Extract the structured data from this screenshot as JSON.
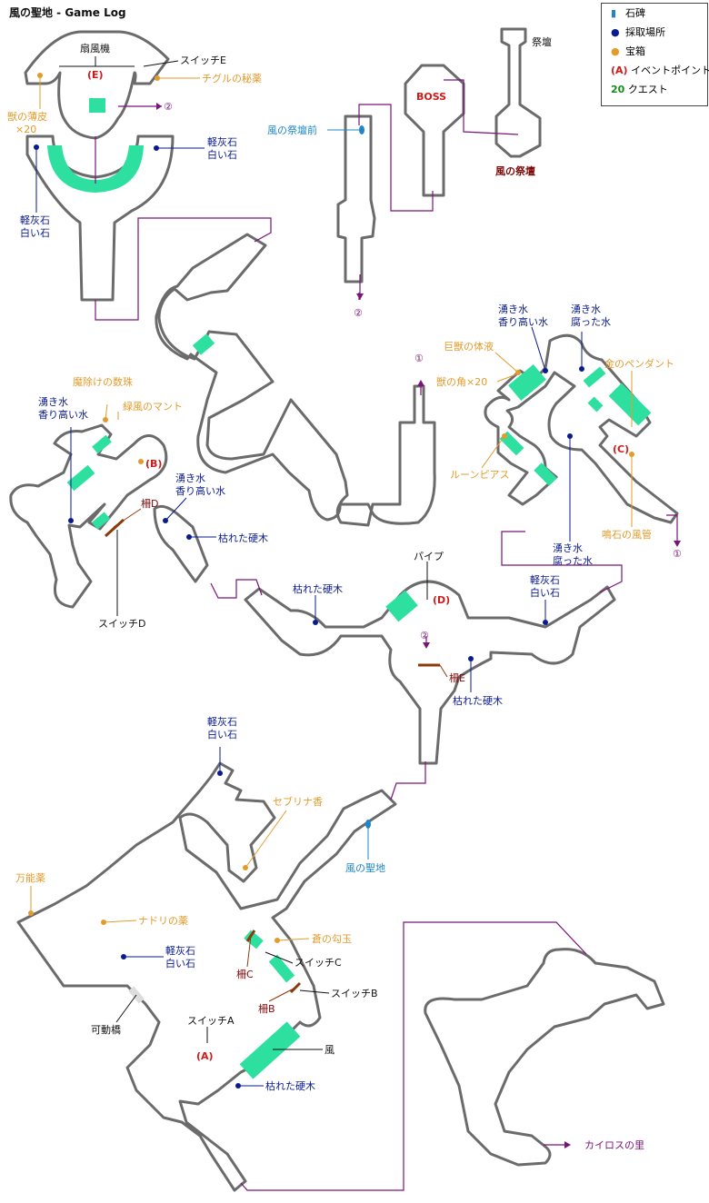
{
  "title": "風の聖地 - Game Log",
  "legend": {
    "monument": "石碑",
    "gather": "採取場所",
    "chest": "宝箱",
    "event_mark": "(A)",
    "event": "イベントポイント",
    "quest_mark": "20",
    "quest": "クエスト"
  },
  "colors": {
    "wall": "#6b6b6b",
    "bridge": "#2ee0a0",
    "route": "#7a147a",
    "gather": "#0a1b8f",
    "chest": "#e39b2c",
    "event": "#d11a1a",
    "monument": "#1f87c8"
  },
  "labels": {
    "fan_mechanism": "扇風機",
    "switch_e": "スイッチE",
    "chigle_medicine": "チグルの秘薬",
    "beast_hide": "獣の薄皮\n×20",
    "pumice_white_1": "軽灰石\n白い石",
    "pumice_white_2": "軽灰石\n白い石",
    "wind_altar_front": "風の祭壇前",
    "altar": "祭壇",
    "boss": "BOSS",
    "wind_altar": "風の祭壇",
    "spring_water_fragrant_1": "湧き水\n香り高い水",
    "spring_water_rotten_1": "湧き水\n腐った水",
    "giant_beast_fluid": "巨獣の体液",
    "beast_horn": "獣の角×20",
    "gold_pendant": "金のペンダント",
    "rune_pierce": "ルーンピアス",
    "howling_stone_pipe": "鳴石の風管",
    "spring_water_rotten_2": "湧き水\n腐った水",
    "demon_beads": "魔除けの数珠",
    "green_wind_mantle": "緑風のマント",
    "spring_water_fragrant_2": "湧き水\n香り高い水",
    "spring_water_fragrant_3": "湧き水\n香り高い水",
    "fence_d": "柵D",
    "withered_wood_1": "枯れた硬木",
    "switch_d": "スイッチD",
    "pipe": "パイプ",
    "withered_wood_2": "枯れた硬木",
    "pumice_white_3": "軽灰石\n白い石",
    "fence_e": "柵E",
    "withered_wood_3": "枯れた硬木",
    "pumice_white_4": "軽灰石\n白い石",
    "sebrina_incense": "セブリナ香",
    "wind_sanctuary": "風の聖地",
    "panacea": "万能薬",
    "nadori_medicine": "ナドリの薬",
    "pumice_white_5": "軽灰石\n白い石",
    "blue_magatama": "蒼の勾玉",
    "switch_c": "スイッチC",
    "fence_c": "柵C",
    "switch_b": "スイッチB",
    "fence_b": "柵B",
    "movable_bridge": "可動橋",
    "switch_a": "スイッチA",
    "wind": "風",
    "withered_wood_4": "枯れた硬木",
    "kairos_village": "カイロスの里",
    "event_a": "(A)",
    "event_b": "(B)",
    "event_c": "(C)",
    "event_d": "(D)",
    "event_e": "(E)",
    "link_1": "①",
    "link_2": "②"
  }
}
